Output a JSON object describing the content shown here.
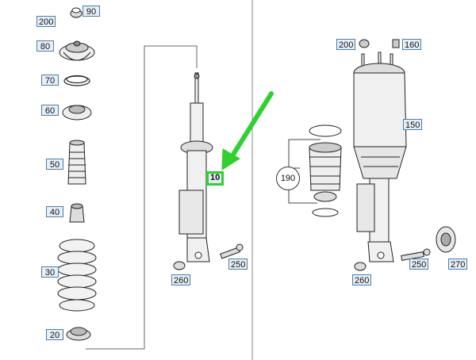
{
  "callouts": {
    "c200_left": "200",
    "c90": "90",
    "c80": "80",
    "c70": "70",
    "c60": "60",
    "c50": "50",
    "c40": "40",
    "c30": "30",
    "c20": "20",
    "c10": "10",
    "c250_left": "250",
    "c260_left": "260",
    "c200_right": "200",
    "c160": "160",
    "c150": "150",
    "c190": "190",
    "c250_right": "250",
    "c260_right": "260",
    "c270": "270"
  },
  "colors": {
    "callout_border": "#4d7ea8",
    "callout_fill": "#e6eef6",
    "highlight": "#2fd02f",
    "line": "#555555"
  }
}
